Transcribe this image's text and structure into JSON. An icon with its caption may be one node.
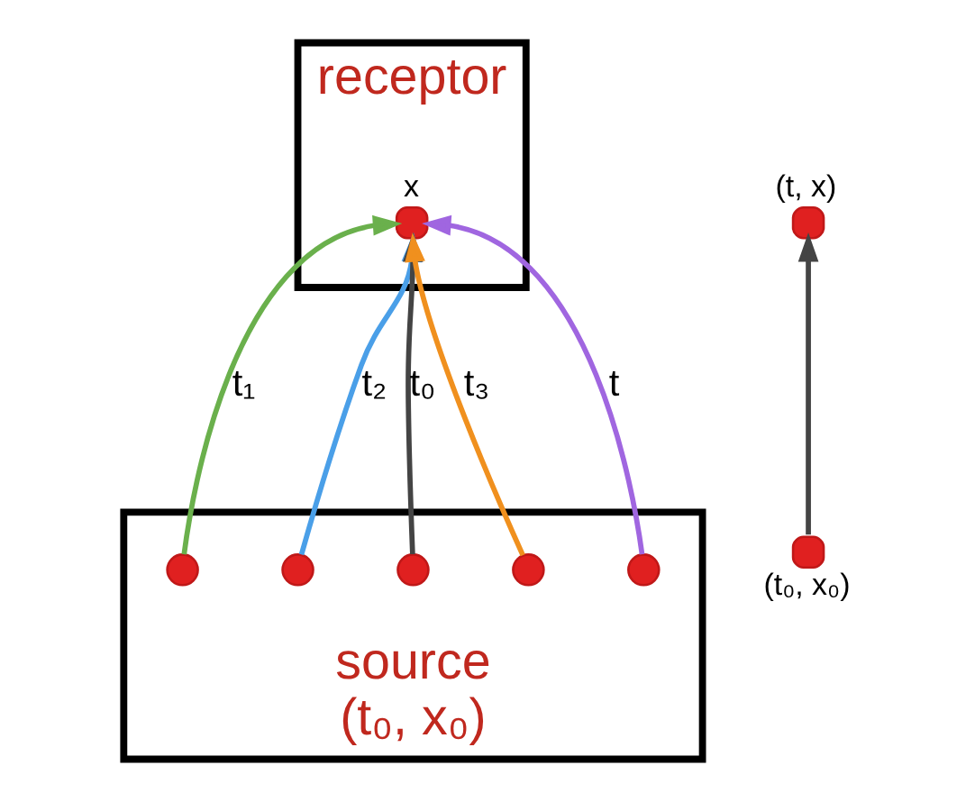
{
  "diagram": {
    "nodes": [
      {
        "text": [
          "receptor"
        ]
      },
      {
        "text": [],
        "shape": "circle",
        "beside": [
          "x"
        ],
        "in": 0
      },
      {
        "text": [],
        "shape": "circle",
        "beside": [
          "(t, x)"
        ]
      },
      {
        "text": [],
        "shape": "circle",
        "beside": [
          "(t₀, x₀)"
        ]
      },
      {
        "text": [
          "source",
          "(t₀, x₀)"
        ]
      },
      {
        "text": [],
        "shape": "circle",
        "in": 4
      },
      {
        "text": [],
        "shape": "circle",
        "in": 4
      },
      {
        "text": [],
        "shape": "circle",
        "in": 4
      },
      {
        "text": [],
        "shape": "circle",
        "in": 4
      },
      {
        "text": [],
        "shape": "circle",
        "in": 4
      }
    ],
    "edges": [
      {
        "from": 3,
        "to": 2,
        "arrow": "to"
      },
      {
        "from": 5,
        "to": 1,
        "arrow": "to",
        "label": "t₁",
        "color": "#6ab04c"
      },
      {
        "from": 6,
        "to": 1,
        "arrow": "to",
        "label": "t₂",
        "color": "#4a9fe8"
      },
      {
        "from": 7,
        "to": 1,
        "arrow": "to",
        "label": "t₀"
      },
      {
        "from": 8,
        "to": 1,
        "arrow": "to",
        "label": "t₃",
        "color": "#f0901e"
      },
      {
        "from": 9,
        "to": 1,
        "arrow": "to",
        "label": "t",
        "color": "#a066e0"
      }
    ]
  }
}
